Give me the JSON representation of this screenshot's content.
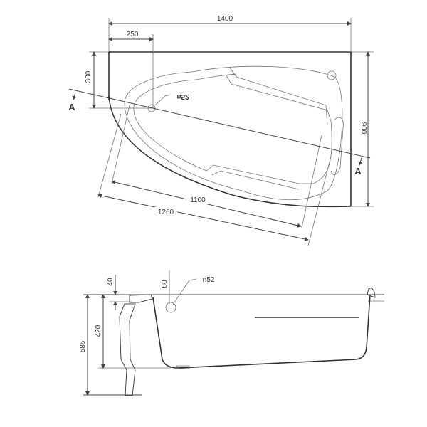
{
  "top_view": {
    "dim_length": "1400",
    "dim_drain_x": "250",
    "dim_drain_y": "300",
    "dim_width": "900",
    "dim_inner_length": "1100",
    "dim_outer_length": "1260",
    "drain_label": "n52",
    "section_marker_left": "A",
    "section_marker_right": "A"
  },
  "side_view": {
    "dim_rim": "40",
    "dim_overflow": "80",
    "dim_depth": "420",
    "dim_height": "585",
    "overflow_label": "n52"
  }
}
